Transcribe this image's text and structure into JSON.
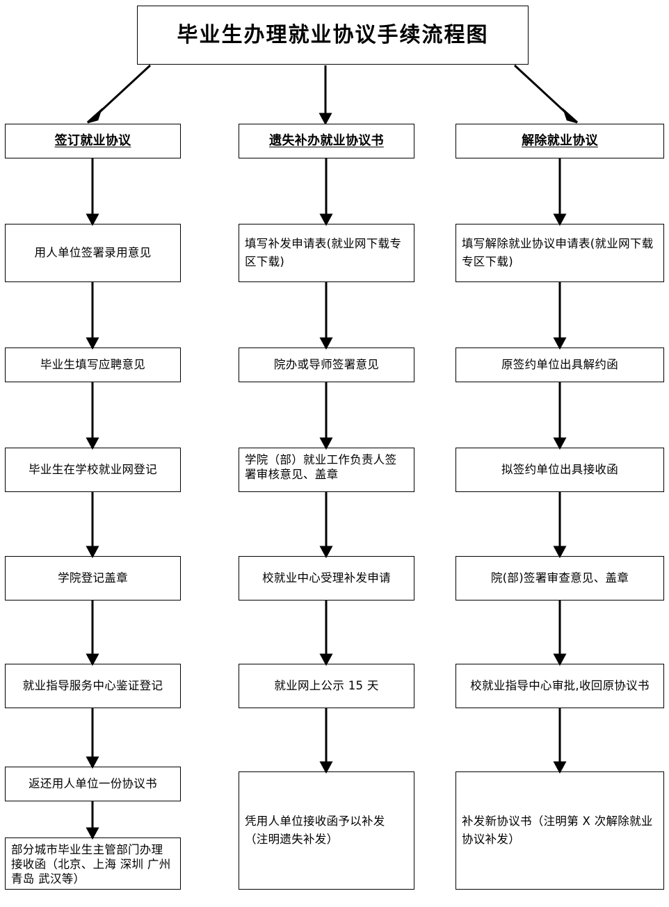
{
  "title": {
    "text": "毕业生办理就业协议手续流程图"
  },
  "colors": {
    "stroke": "#000000",
    "background": "#ffffff",
    "text": "#000000"
  },
  "columns": [
    {
      "id": "sign-agreement",
      "header": "签订就业协议",
      "steps": [
        "用人单位签署录用意见",
        "毕业生填写应聘意见",
        "毕业生在学校就业网登记",
        "学院登记盖章",
        "就业指导服务中心鉴证登记",
        "返还用人单位一份协议书",
        "部分城市毕业生主管部门办理接收函（北京、上海  深圳  广州  青岛  武汉等）"
      ]
    },
    {
      "id": "lost-reissue",
      "header": "遗失补办就业协议书",
      "steps": [
        "填写补发申请表(就业网下载专区下载)",
        "院办或导师签署意见",
        "学院（部）就业工作负责人签署审核意见、盖章",
        "校就业中心受理补发申请",
        "就业网上公示 15 天",
        "凭用人单位接收函予以补发（注明遗失补发）"
      ]
    },
    {
      "id": "terminate-agreement",
      "header": "解除就业协议",
      "steps": [
        "填写解除就业协议申请表(就业网下载专区下载)",
        "原签约单位出具解约函",
        "拟签约单位出具接收函",
        "院(部)签署审查意见、盖章",
        "校就业指导中心审批,收回原协议书",
        "补发新协议书（注明第 X 次解除就业协议补发）"
      ]
    }
  ]
}
